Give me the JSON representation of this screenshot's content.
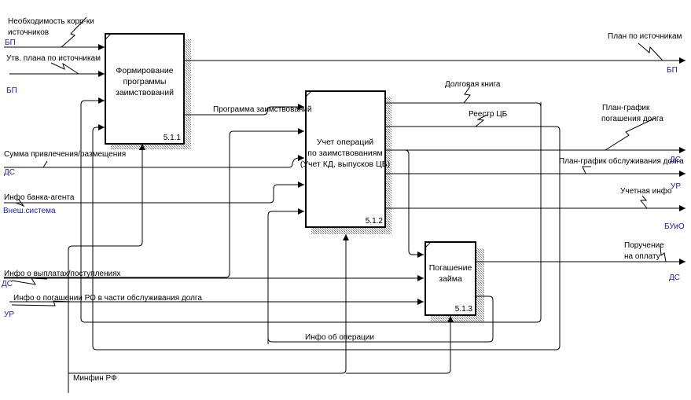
{
  "diagram": {
    "type": "IDEF0",
    "blocks": [
      {
        "id": "A1",
        "number": "5.1.1",
        "lines": [
          "Формирование",
          "программы",
          "заимствований"
        ]
      },
      {
        "id": "A2",
        "number": "5.1.2",
        "lines": [
          "Учет операций",
          "по заимствованиям",
          "(Учет КД, выпусков ЦБ)"
        ]
      },
      {
        "id": "A3",
        "number": "5.1.3",
        "lines": [
          "Погашение",
          "займа"
        ]
      }
    ],
    "arrow_labels": {
      "need_correction": [
        "Необходимость корр-ки",
        "источников"
      ],
      "approved_plan": "Утв. плана по источникам",
      "borrow_amount": "Сумма привлечения/размещения",
      "agent_bank_info": "Инфо банка-агента",
      "payments_info": "Инфо о выплатах/поступлениях",
      "repayment_info": "Инфо о погашении РО в части обслуживания долга",
      "minfin": "Минфин РФ",
      "operation_info": "Инфо об операции",
      "program": "Программа заимствований",
      "plan_by_sources": "План по источникам",
      "debt_book": "Долговая книга",
      "securities_register": "Реестр ЦБ",
      "repayment_schedule": [
        "План-график",
        "погашения долга"
      ],
      "service_schedule": "План-график обслуживания долга",
      "accounting_info": "Учетная инфо",
      "payment_order": [
        "Поручение",
        "на оплату"
      ]
    },
    "tunnel_labels": {
      "bp_1": "БП",
      "bp_2": "БП",
      "ds_left_1": "ДС",
      "ext_system": "Внеш.система",
      "ds_left_2": "ДС",
      "ur_left": "УР",
      "bp_right": "БП",
      "ds_right_1": "ДС",
      "ur_right": "УР",
      "buio_right": "БУиО",
      "ds_right_2": "ДС"
    },
    "colors": {
      "line": "#000000",
      "tunnel_text": "#1a1ab8",
      "shadow": "#9a9a9a"
    }
  }
}
